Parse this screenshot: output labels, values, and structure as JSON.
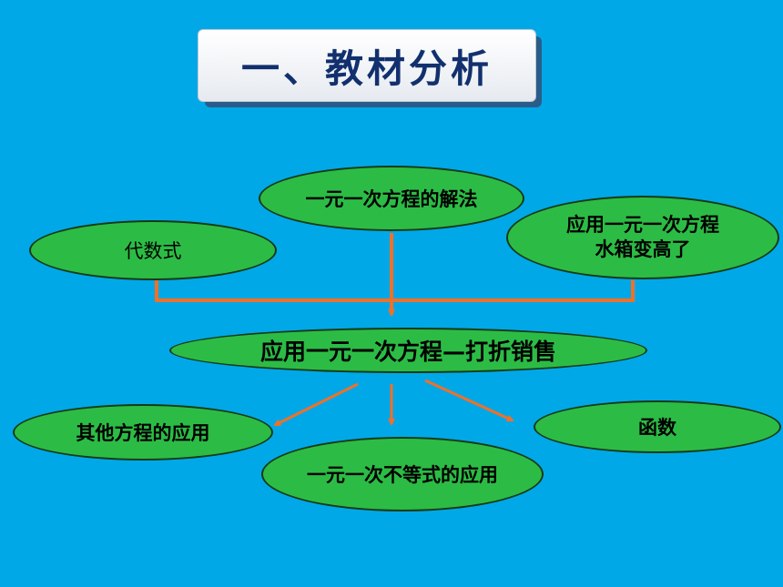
{
  "title": "一、教材分析",
  "nodes": {
    "linear_equation_solution": "一元一次方程的解法",
    "algebraic_expression": "代数式",
    "application_water_tank_line1": "应用一元一次方程",
    "application_water_tank_line2": "水箱变高了",
    "central_discount": "应用一元一次方程—打折销售",
    "other_equation_application": "其他方程的应用",
    "inequality_application": "一元一次不等式的应用",
    "function": "函数"
  },
  "colors": {
    "background": "#00a8e8",
    "node_fill": "#2cbc45",
    "node_border": "#153a16",
    "arrow": "#f07028",
    "title_text": "#12306e"
  }
}
